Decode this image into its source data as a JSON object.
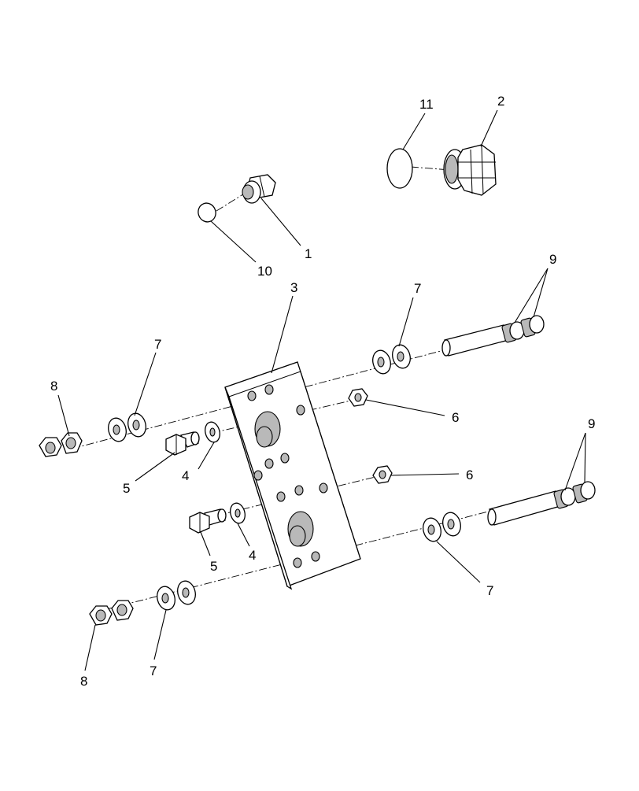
{
  "diagram": {
    "callouts": {
      "c1": "1",
      "c2": "2",
      "c3": "3",
      "c4a": "4",
      "c4b": "4",
      "c5a": "5",
      "c5b": "5",
      "c6a": "6",
      "c6b": "6",
      "c7a": "7",
      "c7b": "7",
      "c7c": "7",
      "c7d": "7",
      "c8a": "8",
      "c8b": "8",
      "c9a": "9",
      "c9b": "9",
      "c10": "10",
      "c11": "11"
    }
  }
}
